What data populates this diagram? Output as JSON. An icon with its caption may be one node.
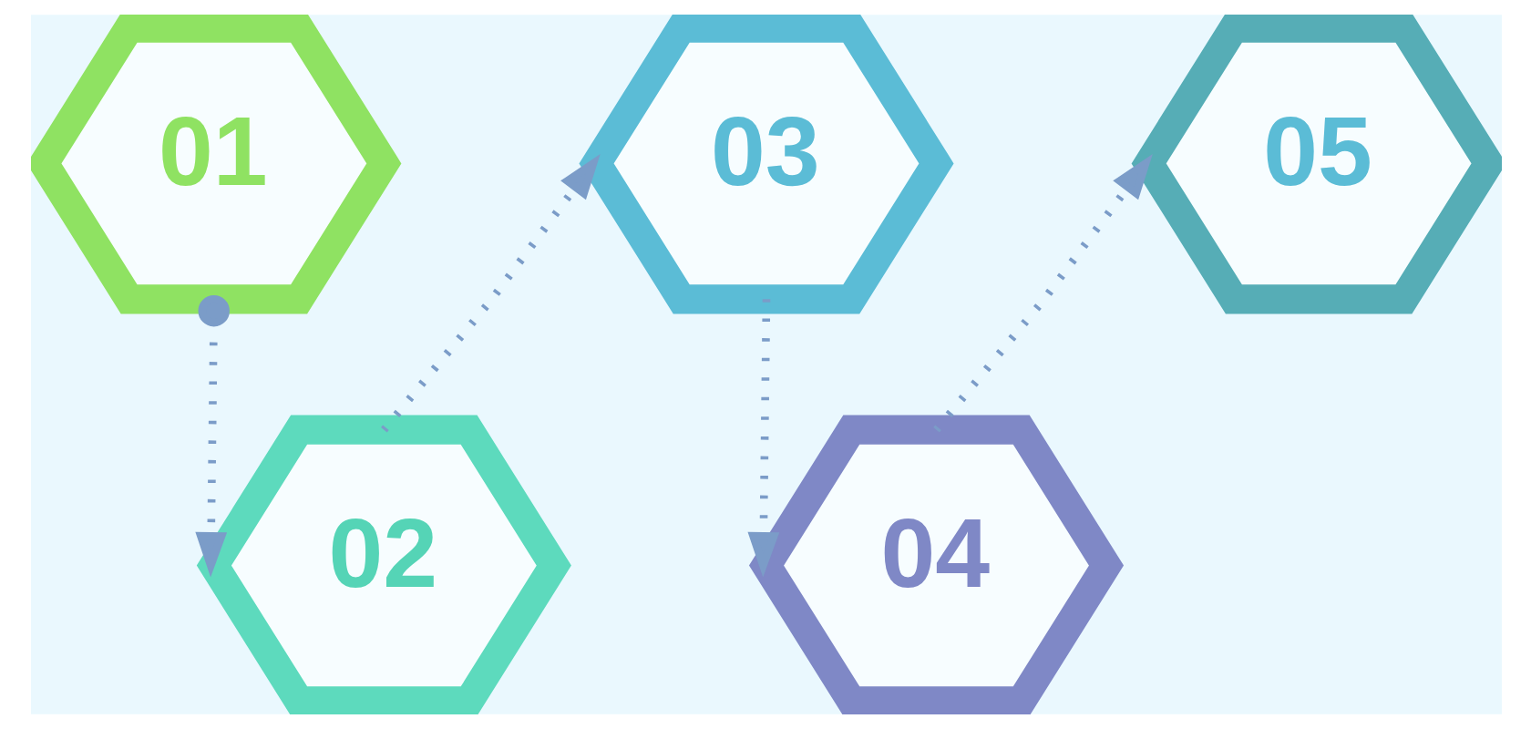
{
  "diagram": {
    "nodes": [
      {
        "text": [
          "01"
        ]
      },
      {
        "text": [
          "02"
        ]
      },
      {
        "text": [
          "03"
        ]
      },
      {
        "text": [
          "04"
        ]
      },
      {
        "text": [
          "05"
        ]
      }
    ],
    "edges": [
      {
        "from": 0,
        "to": 1,
        "arrow": "to"
      },
      {
        "from": 1,
        "to": 2,
        "arrow": "to"
      },
      {
        "from": 2,
        "to": 3,
        "arrow": "to"
      },
      {
        "from": 3,
        "to": 4,
        "arrow": "to"
      }
    ]
  }
}
